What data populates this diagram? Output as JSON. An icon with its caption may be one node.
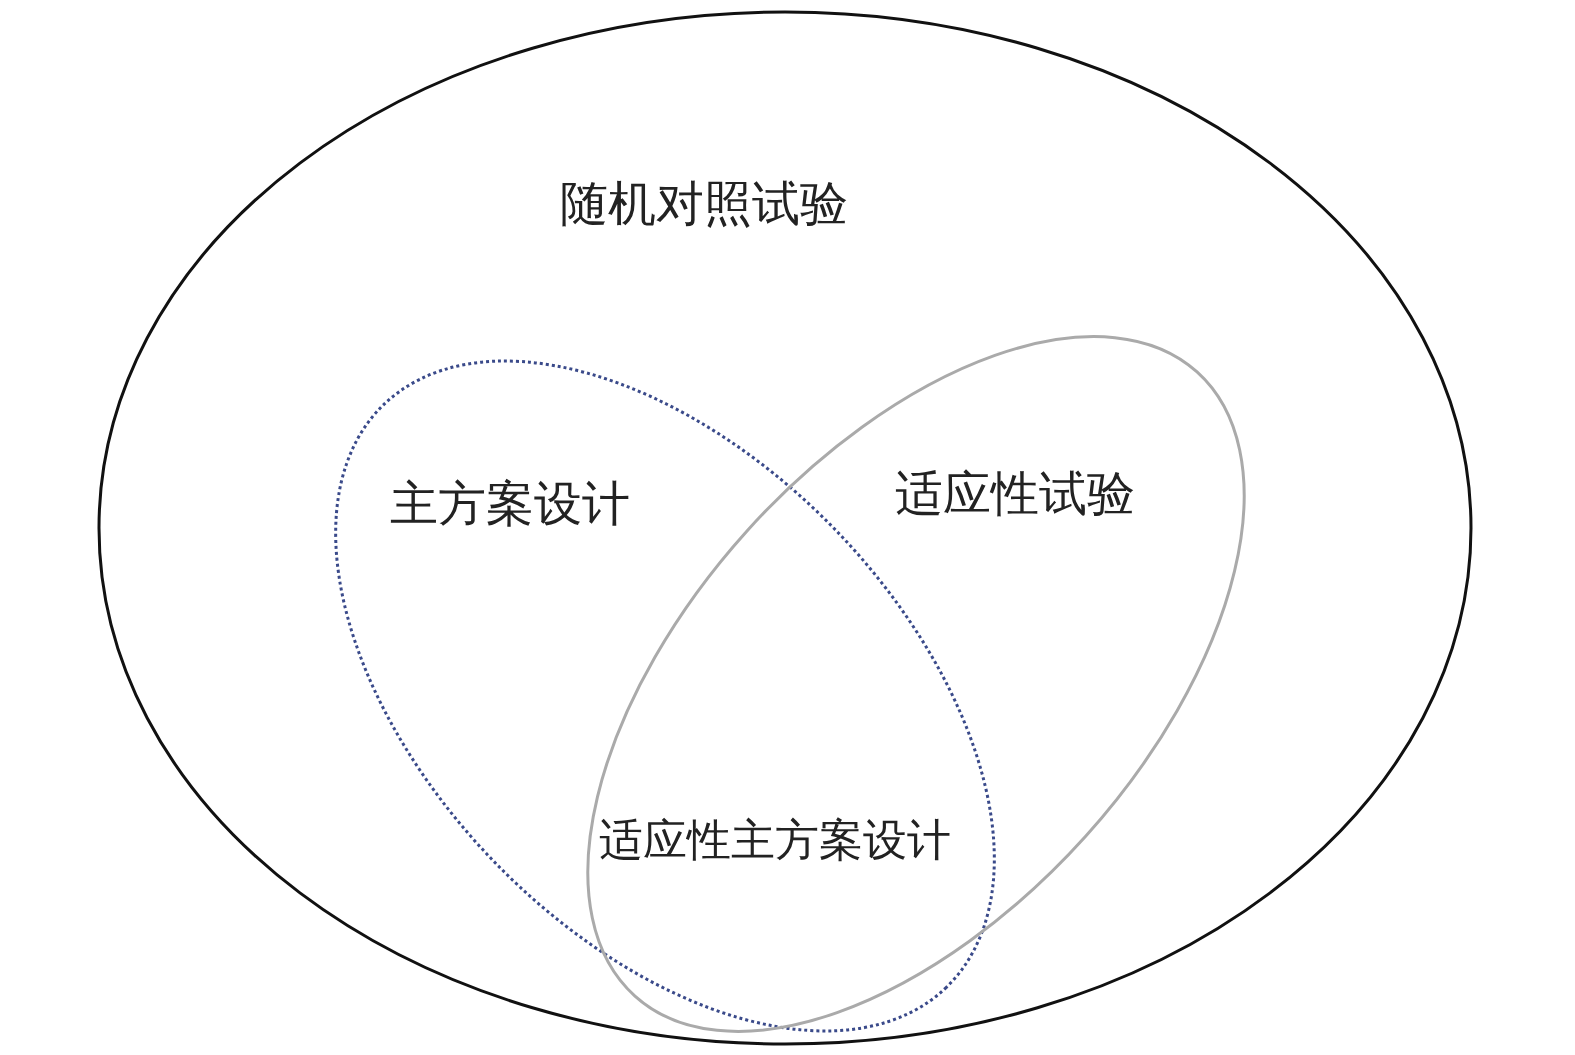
{
  "diagram": {
    "nodes": [
      {
        "text": [
          "随机对照试验"
        ]
      },
      {
        "text": [
          "主方案设计"
        ],
        "in": 0
      },
      {
        "text": [
          "适应性试验"
        ],
        "in": 0
      }
    ],
    "labels": [
      "适应性主方案设计"
    ]
  }
}
